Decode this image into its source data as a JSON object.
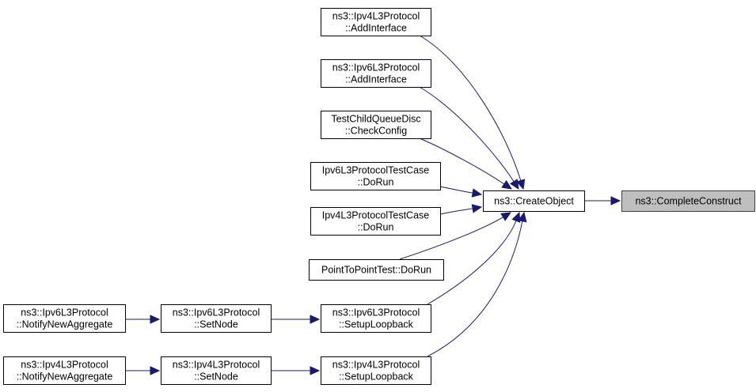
{
  "diagram": {
    "type": "call-graph",
    "colors": {
      "edge": "#191970",
      "root_fill": "#bfbfbf",
      "node_fill": "#ffffff",
      "node_border": "#000000"
    },
    "nodes": [
      {
        "id": "complete",
        "lines": [
          "ns3::CompleteConstruct"
        ],
        "root": true
      },
      {
        "id": "create",
        "lines": [
          "ns3::CreateObject"
        ]
      },
      {
        "id": "v4add",
        "lines": [
          "ns3::Ipv4L3Protocol",
          "::AddInterface"
        ]
      },
      {
        "id": "v6add",
        "lines": [
          "ns3::Ipv6L3Protocol",
          "::AddInterface"
        ]
      },
      {
        "id": "checkcfg",
        "lines": [
          "TestChildQueueDisc",
          "::CheckConfig"
        ]
      },
      {
        "id": "v6test",
        "lines": [
          "Ipv6L3ProtocolTestCase",
          "::DoRun"
        ]
      },
      {
        "id": "v4test",
        "lines": [
          "Ipv4L3ProtocolTestCase",
          "::DoRun"
        ]
      },
      {
        "id": "p2p",
        "lines": [
          "PointToPointTest::DoRun"
        ]
      },
      {
        "id": "v6loop",
        "lines": [
          "ns3::Ipv6L3Protocol",
          "::SetupLoopback"
        ]
      },
      {
        "id": "v4loop",
        "lines": [
          "ns3::Ipv4L3Protocol",
          "::SetupLoopback"
        ]
      },
      {
        "id": "v6setnode",
        "lines": [
          "ns3::Ipv6L3Protocol",
          "::SetNode"
        ]
      },
      {
        "id": "v4setnode",
        "lines": [
          "ns3::Ipv4L3Protocol",
          "::SetNode"
        ]
      },
      {
        "id": "v6notify",
        "lines": [
          "ns3::Ipv6L3Protocol",
          "::NotifyNewAggregate"
        ]
      },
      {
        "id": "v4notify",
        "lines": [
          "ns3::Ipv4L3Protocol",
          "::NotifyNewAggregate"
        ]
      }
    ],
    "edges": [
      {
        "from": "create",
        "to": "complete"
      },
      {
        "from": "v4add",
        "to": "create"
      },
      {
        "from": "v6add",
        "to": "create"
      },
      {
        "from": "checkcfg",
        "to": "create"
      },
      {
        "from": "v6test",
        "to": "create"
      },
      {
        "from": "v4test",
        "to": "create"
      },
      {
        "from": "p2p",
        "to": "create"
      },
      {
        "from": "v6loop",
        "to": "create"
      },
      {
        "from": "v4loop",
        "to": "create"
      },
      {
        "from": "v6setnode",
        "to": "v6loop"
      },
      {
        "from": "v4setnode",
        "to": "v4loop"
      },
      {
        "from": "v6notify",
        "to": "v6setnode"
      },
      {
        "from": "v4notify",
        "to": "v4setnode"
      }
    ]
  }
}
